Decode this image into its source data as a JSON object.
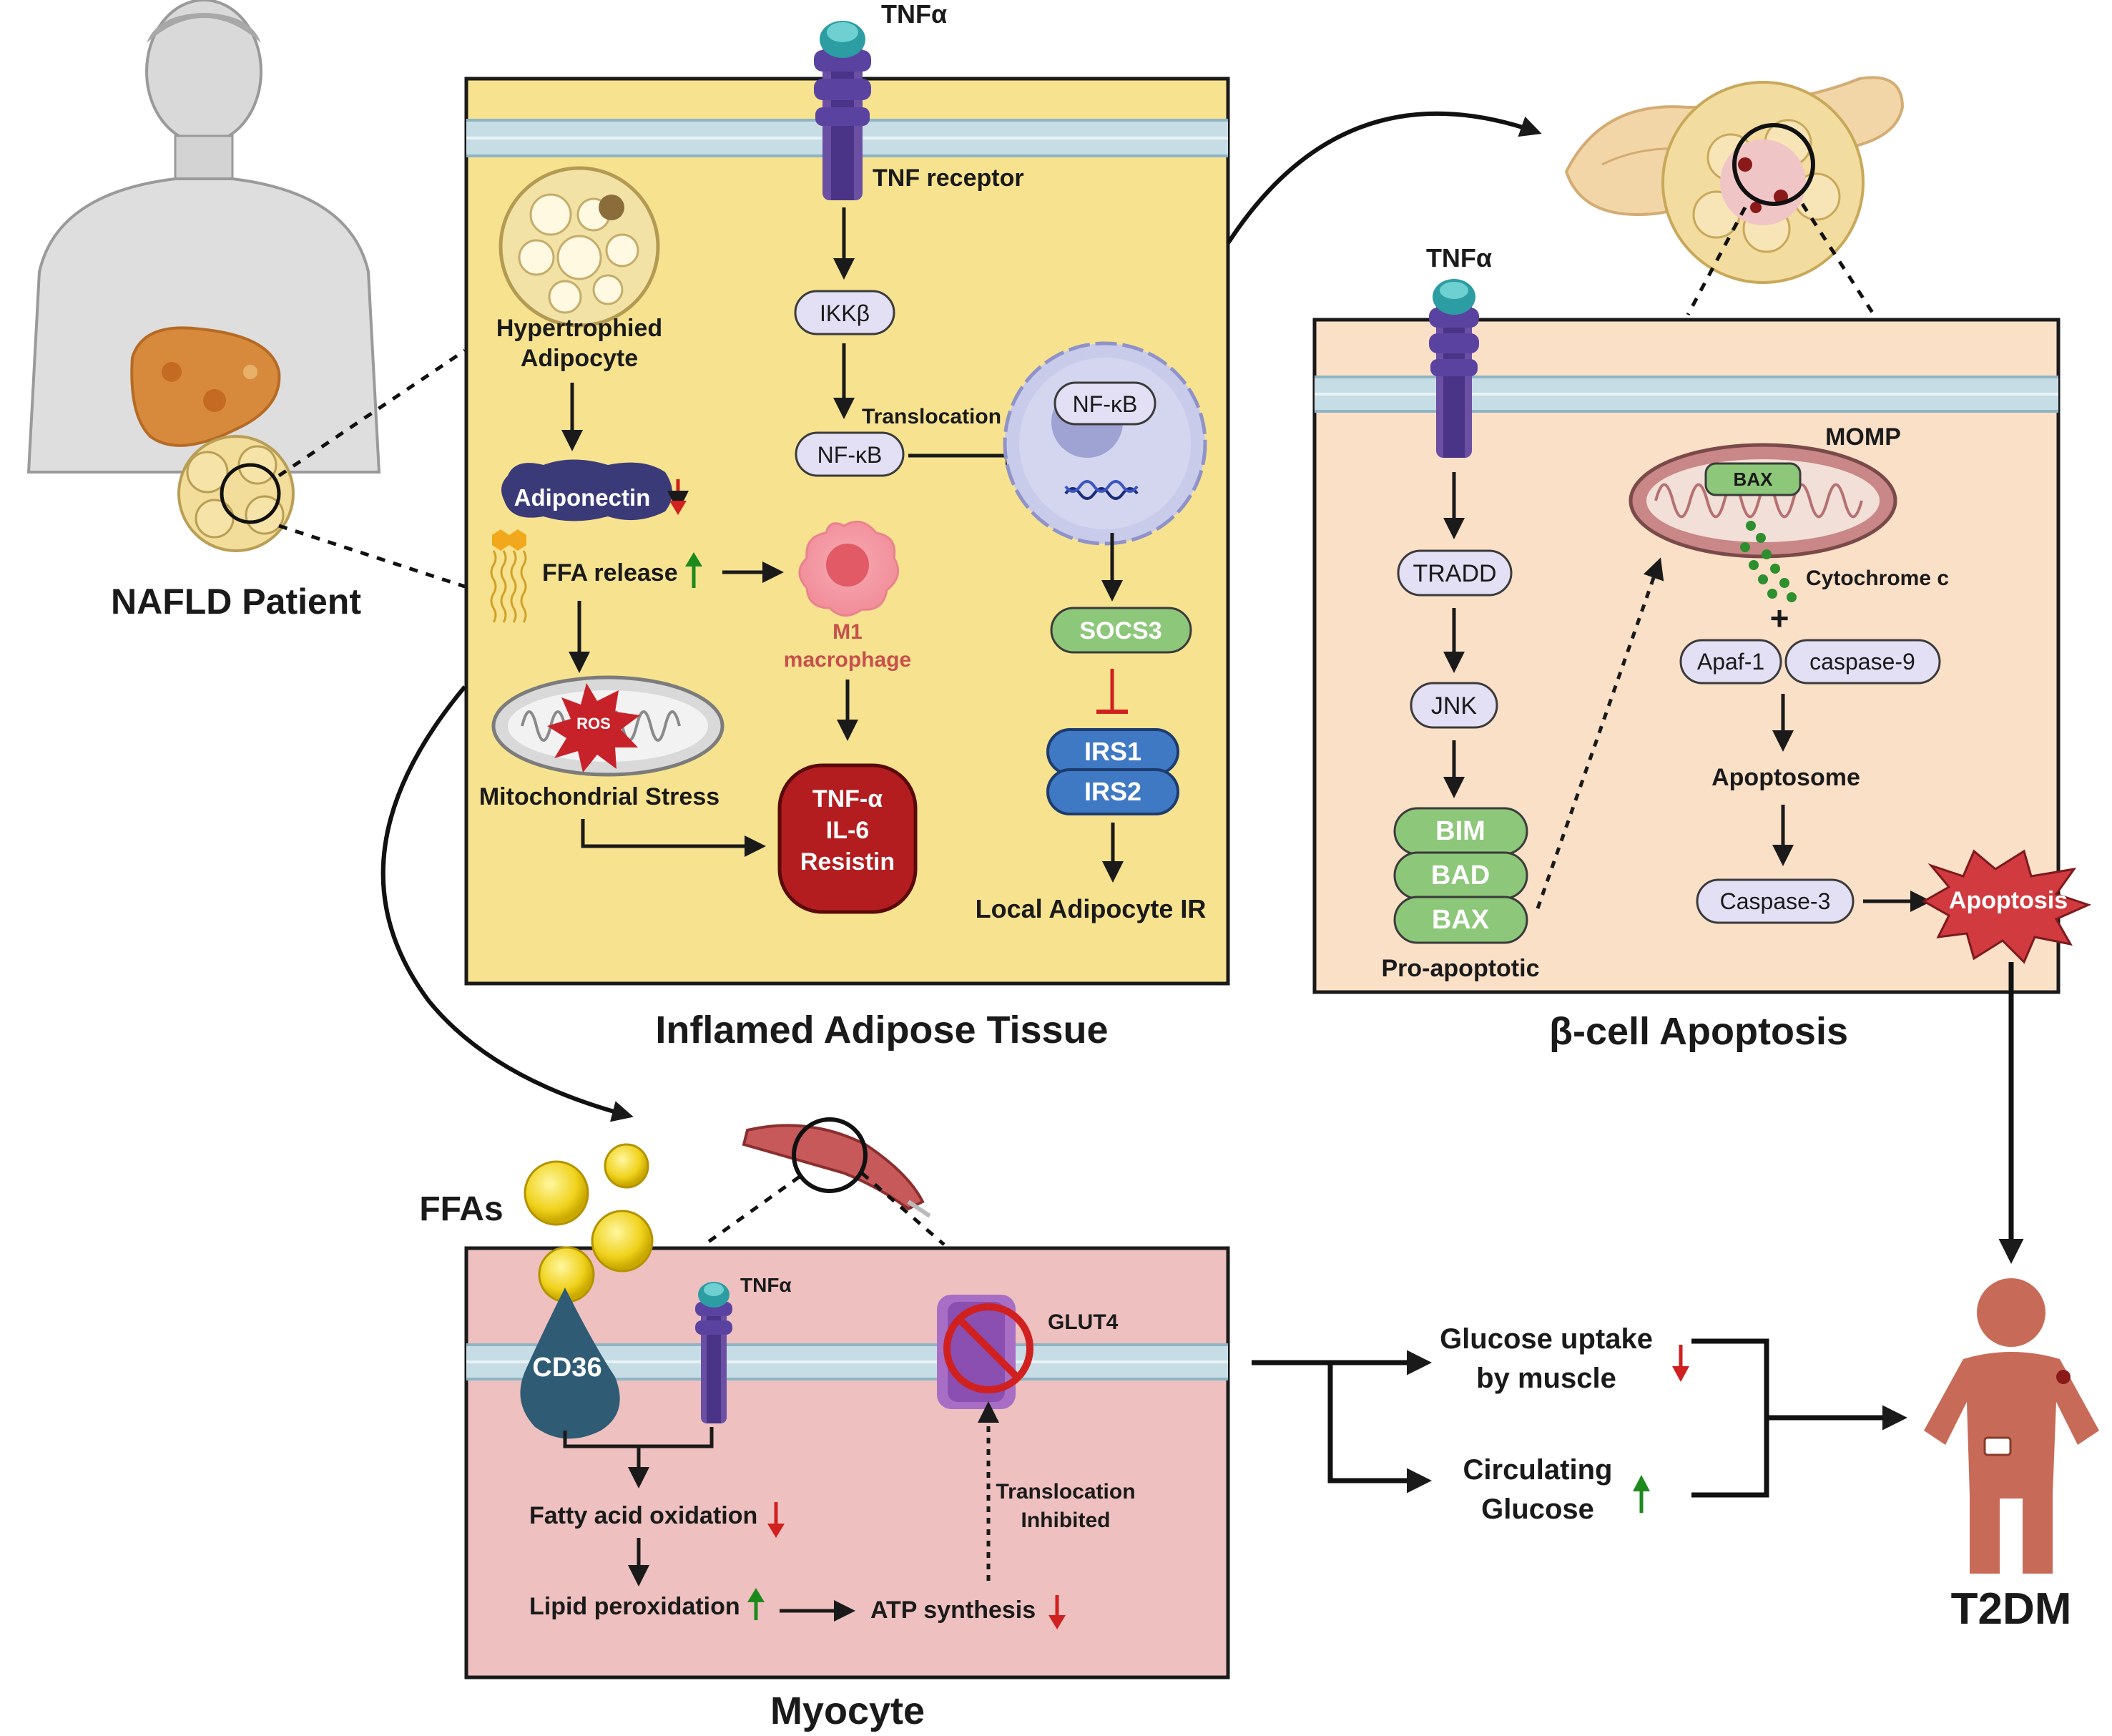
{
  "patient": {
    "label": "NAFLD Patient"
  },
  "adipose": {
    "title": "Inflamed Adipose Tissue",
    "ligand": "TNFα",
    "receptor": "TNF receptor",
    "hypertrophied": [
      "Hypertrophied",
      "Adipocyte"
    ],
    "adiponectin": "Adiponectin",
    "ffa_release": "FFA release",
    "m1": [
      "M1",
      "macrophage"
    ],
    "mito_stress": "Mitochondrial Stress",
    "ros": "ROS",
    "cytokines": [
      "TNF-α",
      "IL-6",
      "Resistin"
    ],
    "ikkb": "IKKβ",
    "nfkb": "NF-κB",
    "translocation": "Translocation",
    "nfkb_nucleus": "NF-κB",
    "socs3": "SOCS3",
    "irs1": "IRS1",
    "irs2": "IRS2",
    "local_ir": "Local Adipocyte IR"
  },
  "beta": {
    "title": "β-cell Apoptosis",
    "ligand": "TNFα",
    "tradd": "TRADD",
    "jnk": "JNK",
    "bim": "BIM",
    "bad": "BAD",
    "bax": "BAX",
    "pro_apoptotic": "Pro-apoptotic",
    "momp": "MOMP",
    "mito_bax": "BAX",
    "cytochrome": "Cytochrome c",
    "plus": "+",
    "apaf1": "Apaf-1",
    "caspase9": "caspase-9",
    "apoptosome": "Apoptosome",
    "caspase3": "Caspase-3",
    "apoptosis": "Apoptosis"
  },
  "myocyte": {
    "title": "Myocyte",
    "ffas": "FFAs",
    "cd36": "CD36",
    "ligand": "TNFα",
    "glut4": "GLUT4",
    "fao": "Fatty acid oxidation",
    "lipid_perox": "Lipid peroxidation",
    "atp": "ATP synthesis",
    "translocation_inhibited": [
      "Translocation",
      "Inhibited"
    ]
  },
  "outcomes": {
    "glucose_uptake": [
      "Glucose uptake",
      "by muscle"
    ],
    "circulating": [
      "Circulating",
      "Glucose"
    ],
    "t2dm": "T2DM"
  },
  "colors": {
    "adipose_bg": "#f7e38f",
    "beta_bg": "#fbe0c8",
    "myocyte_bg": "#eec0bf",
    "membrane": "#c7dde6",
    "socs3": "#8dc77a",
    "irs": "#3f78c3",
    "cytokine": "#b31d1f",
    "apoptosis": "#d13a3f",
    "adiponectin": "#3b3a78",
    "node_fill": "#e3e0f5",
    "arrow_up": "#1d8a1d",
    "arrow_down": "#d0201f",
    "cd36": "#2f5b74",
    "person": "#c76b58"
  }
}
